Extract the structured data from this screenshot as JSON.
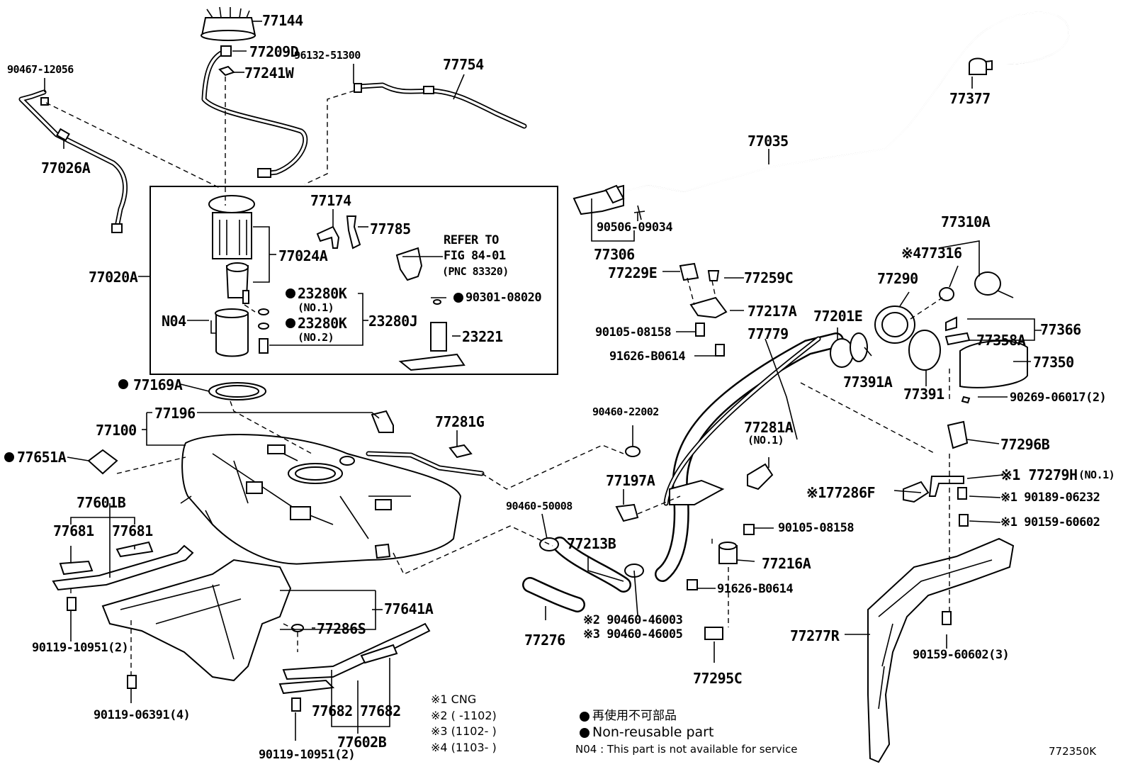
{
  "diagram_code": "772350K",
  "refer": {
    "line1": "REFER TO",
    "line2": "FIG 84-01",
    "line3": "(PNC 83320)"
  },
  "labels": {
    "p77144": "77144",
    "p77209D": "77209D",
    "p77241W": "77241W",
    "p90467": "90467-12056",
    "p96132": "96132-51300",
    "p77754": "77754",
    "p77377": "77377",
    "p77026A": "77026A",
    "p77035": "77035",
    "p77174": "77174",
    "p77785": "77785",
    "p77024A": "77024A",
    "p77020A": "77020A",
    "p23280K1": "23280K",
    "p23280K1sub": "(NO.1)",
    "p23280K2": "23280K",
    "p23280K2sub": "(NO.2)",
    "p23280J": "23280J",
    "p90301": "90301-08020",
    "p23221": "23221",
    "pN04": "N04",
    "p90506": "90506-09034",
    "p77306": "77306",
    "p77310A": "77310A",
    "p77316": "※477316",
    "p77229E": "77229E",
    "p77259C": "77259C",
    "p77290": "77290",
    "p77217A": "77217A",
    "p77201E": "77201E",
    "p90105a": "90105-08158",
    "p77779": "77779",
    "p77366": "77366",
    "p77358A": "77358A",
    "p91626a": "91626-B0614",
    "p77391A": "77391A",
    "p77350": "77350",
    "p77391": "77391",
    "p90269": "90269-06017(2)",
    "p77169A": "77169A",
    "p77196": "77196",
    "p77100": "77100",
    "p90460a": "90460-22002",
    "p77281G": "77281G",
    "p77281A": "77281A",
    "p77281Asub": "(NO.1)",
    "p77296B": "77296B",
    "p77651A": "77651A",
    "p77279H": "※1 77279H",
    "p77279Hsub": "(NO.1)",
    "p77197A": "77197A",
    "p77286F": "※177286F",
    "p90189": "※1 90189-06232",
    "p77601B": "77601B",
    "p90460b": "90460-50008",
    "p90159a": "※1 90159-60602",
    "p77681a": "77681",
    "p77681b": "77681",
    "p90105b": "90105-08158",
    "p77213B": "77213B",
    "p77216A": "77216A",
    "p91626b": "91626-B0614",
    "p77641A": "77641A",
    "p77286S": "77286S",
    "p90460c": "※2 90460-46003",
    "p90460d": "※3 90460-46005",
    "p77276": "77276",
    "p77277R": "77277R",
    "p90119a": "90119-10951(2)",
    "p90159b": "90159-60602(3)",
    "p77295C": "77295C",
    "p90119b": "90119-06391(4)",
    "p77682a": "77682",
    "p77682b": "77682",
    "p77602B": "77602B",
    "p90119c": "90119-10951(2)"
  },
  "footnotes": {
    "n1": "※1 CNG",
    "n2": "※2 (    -1102)",
    "n3": "※3 (1102-    )",
    "n4": "※4 (1103-    )"
  },
  "legend": {
    "jp": "再使用不可部品",
    "en": "Non-reusable part",
    "n04": "N04 : This part is not available for service"
  }
}
